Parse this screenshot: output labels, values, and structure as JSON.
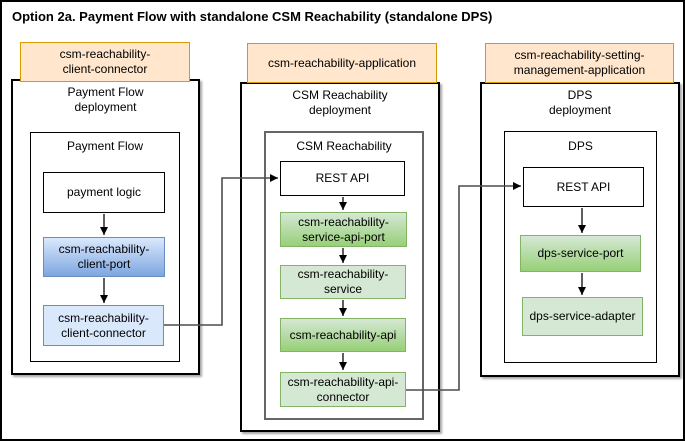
{
  "title": "Option 2a. Payment Flow with standalone CSM Reachability (standalone DPS)",
  "colors": {
    "tag_fill": "#FFE6CC",
    "tag_border": "#D79B00",
    "blue_fill": "#DAE8FC",
    "blue_gradient_to": "#7EA6E0",
    "blue_border": "#6C8EBF",
    "green_fill": "#D5E8D4",
    "green_gradient_to": "#97D077",
    "green_border": "#82B366",
    "inner_box_gray_border": "#666666",
    "connector_line": "#4D4D4D"
  },
  "columns": [
    {
      "tag": "csm-reachability-\nclient-connector",
      "deployment_title": "Payment Flow\ndeployment",
      "inner_title": "Payment Flow",
      "nodes": [
        {
          "label": "payment logic",
          "style": "white"
        },
        {
          "label": "csm-reachability-\nclient-port",
          "style": "blue-gradient"
        },
        {
          "label": "csm-reachability-\nclient-connector",
          "style": "blue"
        }
      ]
    },
    {
      "tag": "csm-reachability-application",
      "deployment_title": "CSM Reachability\ndeployment",
      "inner_title": "CSM Reachability",
      "nodes": [
        {
          "label": "REST API",
          "style": "white"
        },
        {
          "label": "csm-reachability-\nservice-api-port",
          "style": "green-gradient"
        },
        {
          "label": "csm-reachability-\nservice",
          "style": "green"
        },
        {
          "label": "csm-reachability-api",
          "style": "green-gradient"
        },
        {
          "label": "csm-reachability-api-\nconnector",
          "style": "green"
        }
      ]
    },
    {
      "tag": "csm-reachability-setting-\nmanagement-application",
      "deployment_title": "DPS\ndeployment",
      "inner_title": "DPS",
      "nodes": [
        {
          "label": "REST API",
          "style": "white"
        },
        {
          "label": "dps-service-port",
          "style": "green-gradient"
        },
        {
          "label": "dps-service-adapter",
          "style": "green"
        }
      ]
    }
  ]
}
